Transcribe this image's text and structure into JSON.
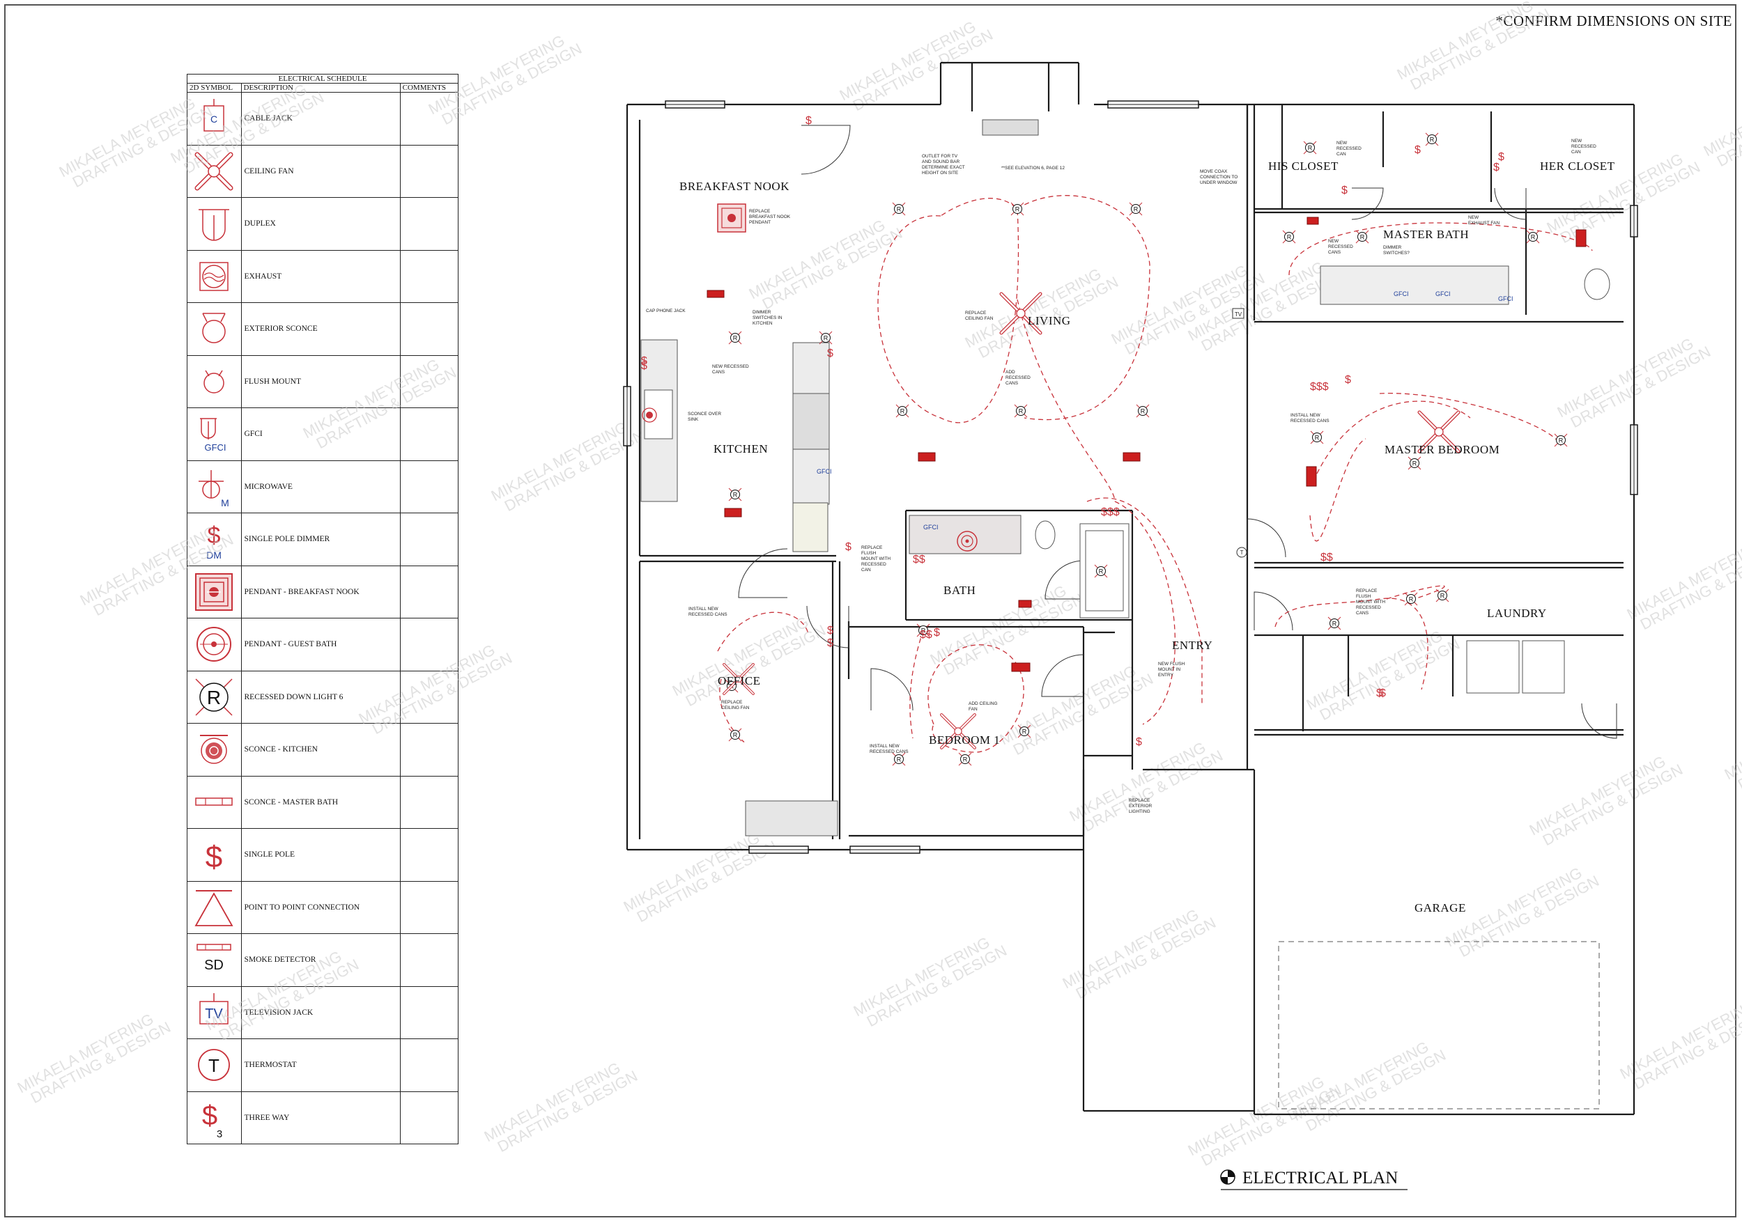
{
  "sheet": {
    "confirm_note": "*CONFIRM DIMENSIONS ON SITE",
    "plan_title": "ELECTRICAL PLAN",
    "watermark_line1": "MIKAELA MEYERING",
    "watermark_line2": "DRAFTING & DESIGN"
  },
  "schedule": {
    "title": "ELECTRICAL SCHEDULE",
    "headers": {
      "symbol": "2D SYMBOL",
      "description": "DESCRIPTION",
      "comments": "COMMENTS"
    },
    "rows": [
      {
        "icon": "cable-jack-icon",
        "description": "CABLE JACK",
        "symbol_text": "C"
      },
      {
        "icon": "ceiling-fan-icon",
        "description": "CEILING FAN"
      },
      {
        "icon": "duplex-outlet-icon",
        "description": "DUPLEX"
      },
      {
        "icon": "exhaust-icon",
        "description": "EXHAUST"
      },
      {
        "icon": "exterior-sconce-icon",
        "description": "EXTERIOR SCONCE"
      },
      {
        "icon": "flush-mount-icon",
        "description": "FLUSH MOUNT"
      },
      {
        "icon": "gfci-outlet-icon",
        "description": "GFCI",
        "symbol_text": "GFCI"
      },
      {
        "icon": "microwave-outlet-icon",
        "description": "MICROWAVE",
        "symbol_text": "M"
      },
      {
        "icon": "dimmer-switch-icon",
        "description": "SINGLE POLE DIMMER",
        "symbol_text": "DM"
      },
      {
        "icon": "pendant-breakfast-nook-icon",
        "description": "PENDANT - BREAKFAST NOOK"
      },
      {
        "icon": "pendant-guest-bath-icon",
        "description": "PENDANT - GUEST BATH"
      },
      {
        "icon": "recessed-light-icon",
        "description": "RECESSED DOWN LIGHT 6",
        "symbol_text": "R"
      },
      {
        "icon": "sconce-kitchen-icon",
        "description": "SCONCE - KITCHEN"
      },
      {
        "icon": "sconce-master-bath-icon",
        "description": "SCONCE - MASTER BATH"
      },
      {
        "icon": "single-pole-switch-icon",
        "description": "SINGLE POLE"
      },
      {
        "icon": "point-to-point-icon",
        "description": "POINT TO POINT CONNECTION"
      },
      {
        "icon": "smoke-detector-icon",
        "description": "SMOKE DETECTOR",
        "symbol_text": "SD"
      },
      {
        "icon": "television-jack-icon",
        "description": "TELEVISION JACK",
        "symbol_text": "TV"
      },
      {
        "icon": "thermostat-icon",
        "description": "THERMOSTAT",
        "symbol_text": "T"
      },
      {
        "icon": "three-way-switch-icon",
        "description": "THREE WAY",
        "symbol_text": "3"
      }
    ]
  },
  "rooms": {
    "breakfast_nook": "BREAKFAST NOOK",
    "kitchen": "KITCHEN",
    "living": "LIVING",
    "his_closet": "HIS CLOSET",
    "her_closet": "HER CLOSET",
    "master_bath": "MASTER BATH",
    "master_bedroom": "MASTER BEDROOM",
    "bath": "BATH",
    "office": "OFFICE",
    "bedroom1": "BEDROOM 1",
    "entry": "ENTRY",
    "laundry": "LAUNDRY",
    "garage": "GARAGE"
  },
  "notes": {
    "tv_outlet": [
      "OUTLET FOR TV",
      "AND SOUND BAR",
      "DETERMINE EXACT",
      "HEIGHT ON SITE"
    ],
    "see_elevation": [
      "**SEE ELEVATION 6, PAGE 12"
    ],
    "move_coax": [
      "MOVE COAX",
      "CONNECTION TO",
      "UNDER WINDOW"
    ],
    "replace_pendant": [
      "REPLACE",
      "BREAKFAST NOOK",
      "PENDANT"
    ],
    "cap_phone": [
      "CAP PHONE JACK"
    ],
    "dimmer_kitchen": [
      "DIMMER",
      "SWITCHES IN",
      "KITCHEN"
    ],
    "new_cans_kitchen": [
      "NEW RECESSED",
      "CANS"
    ],
    "sconce_sink": [
      "SCONCE OVER",
      "SINK"
    ],
    "replace_fan_living": [
      "REPLACE",
      "CEILING FAN"
    ],
    "add_cans_living": [
      "ADD",
      "RECESSED",
      "CANS"
    ],
    "new_cans_his": [
      "NEW",
      "RECESSED",
      "CAN"
    ],
    "new_cans_her": [
      "NEW",
      "RECESSED",
      "CAN"
    ],
    "new_exhaust": [
      "NEW",
      "EXHAUST FAN"
    ],
    "new_cans_mbath": [
      "NEW",
      "RECESSED",
      "CANS"
    ],
    "dimmer_mbath": [
      "DIMMER",
      "SWITCHES?"
    ],
    "install_cans_mbed": [
      "INSTALL NEW",
      "RECESSED CANS"
    ],
    "replace_flush_bath": [
      "REPLACE",
      "FLUSH",
      "MOUNT WITH",
      "RECESSED",
      "CAN"
    ],
    "install_cans_office": [
      "INSTALL NEW",
      "RECESSED CANS"
    ],
    "replace_fan_office": [
      "REPLACE",
      "CEILING FAN"
    ],
    "add_fan_bed1": [
      "ADD CEILING",
      "FAN"
    ],
    "install_cans_bed1": [
      "INSTALL NEW",
      "RECESSED CANS"
    ],
    "new_flush_entry": [
      "NEW FLUSH",
      "MOUNT IN",
      "ENTRY"
    ],
    "replace_exterior": [
      "REPLACE",
      "EXTERIOR",
      "LIGHTING"
    ],
    "replace_flush_laundry": [
      "REPLACE",
      "FLUSH",
      "MOUNT WITH",
      "RECESSED",
      "CANS"
    ],
    "sd_label": "SD",
    "tv_label": "TV",
    "gfci_label": "GFCI",
    "m_label": "M",
    "dm_label": "DM",
    "r_label": "R",
    "t_label": "T"
  },
  "colors": {
    "symbol": "#c8323a",
    "walls": "#1a1a1a",
    "fill": "#cc1f1f",
    "watermark": "#c9c9c9"
  }
}
